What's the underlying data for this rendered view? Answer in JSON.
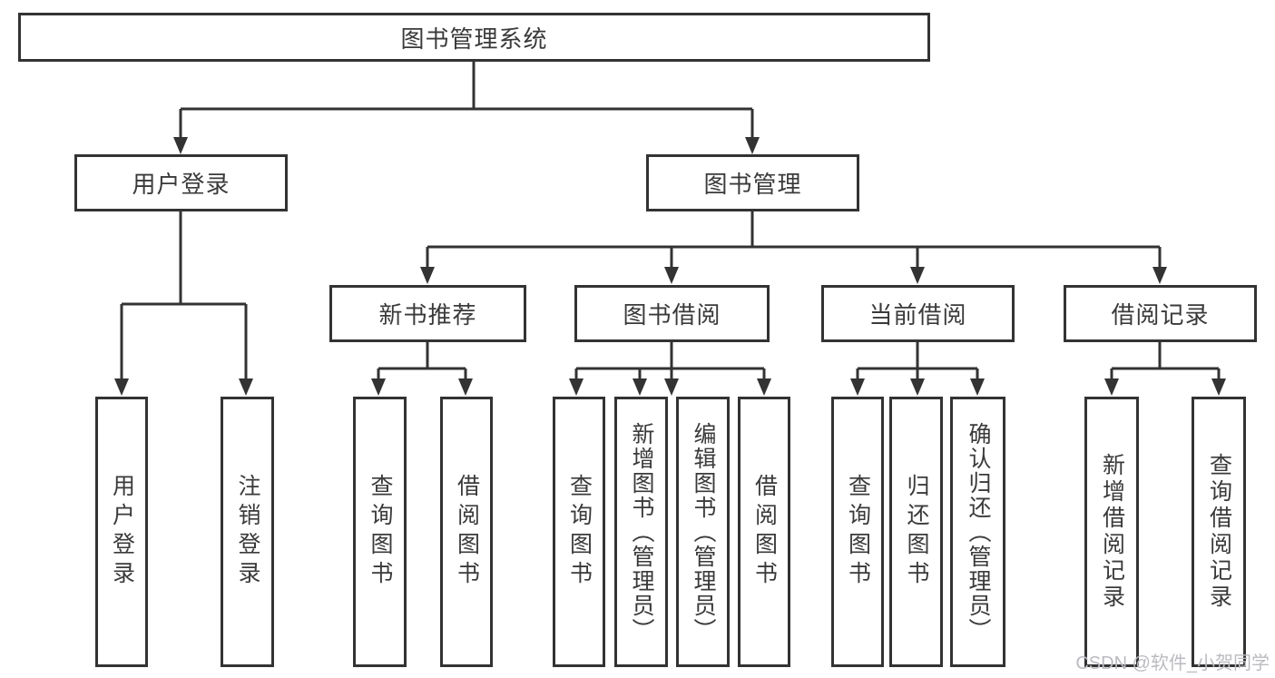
{
  "diagram": {
    "root": {
      "label": "图书管理系统"
    },
    "level2": [
      {
        "id": "user-login",
        "label": "用户登录"
      },
      {
        "id": "book-management",
        "label": "图书管理"
      }
    ],
    "level3": [
      {
        "id": "new-book-recommend",
        "parent": "图书管理",
        "label": "新书推荐"
      },
      {
        "id": "book-borrow",
        "parent": "图书管理",
        "label": "图书借阅"
      },
      {
        "id": "current-borrow",
        "parent": "图书管理",
        "label": "当前借阅"
      },
      {
        "id": "borrow-records",
        "parent": "图书管理",
        "label": "借阅记录"
      }
    ],
    "leaves": [
      {
        "parent": "用户登录",
        "label": "用户登录"
      },
      {
        "parent": "用户登录",
        "label": "注销登录"
      },
      {
        "parent": "新书推荐",
        "label": "查询图书"
      },
      {
        "parent": "新书推荐",
        "label": "借阅图书"
      },
      {
        "parent": "图书借阅",
        "label": "查询图书"
      },
      {
        "parent": "图书借阅",
        "label": "新增图书（管理员）"
      },
      {
        "parent": "图书借阅",
        "label": "编辑图书（管理员）"
      },
      {
        "parent": "图书借阅",
        "label": "借阅图书"
      },
      {
        "parent": "当前借阅",
        "label": "查询图书"
      },
      {
        "parent": "当前借阅",
        "label": "归还图书"
      },
      {
        "parent": "当前借阅",
        "label": "确认归还（管理员）"
      },
      {
        "parent": "借阅记录",
        "label": "新增借阅记录"
      },
      {
        "parent": "借阅记录",
        "label": "查询借阅记录"
      }
    ],
    "watermark": "CSDN @软件_小贺同学",
    "colors": {
      "line": "#333333",
      "box_border": "#333333",
      "box_fill": "#ffffff",
      "text": "#3a3a3a",
      "watermark": "#bcbac0",
      "background": "#ffffff"
    }
  }
}
